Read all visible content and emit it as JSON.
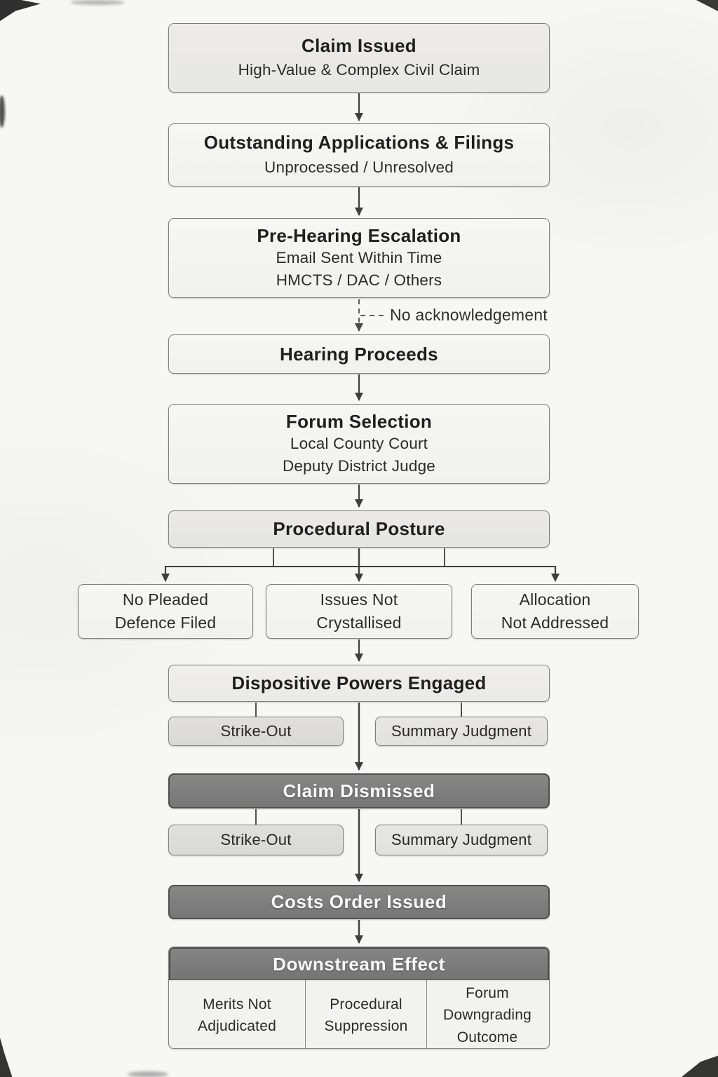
{
  "diagram": {
    "nodes": {
      "claim_issued": {
        "title": "Claim Issued",
        "subtitle": "High-Value & Complex Civil Claim"
      },
      "outstanding": {
        "title": "Outstanding Applications & Filings",
        "subtitle": "Unprocessed / Unresolved"
      },
      "pre_hearing": {
        "title": "Pre-Hearing Escalation",
        "line1": "Email Sent Within Time",
        "line2": "HMCTS / DAC / Others"
      },
      "hearing": {
        "title": "Hearing Proceeds"
      },
      "forum": {
        "title": "Forum Selection",
        "line1": "Local County Court",
        "line2": "Deputy District Judge"
      },
      "posture": {
        "title": "Procedural Posture"
      },
      "branch_no_defence": {
        "line1": "No Pleaded",
        "line2": "Defence Filed"
      },
      "branch_issues": {
        "line1": "Issues Not",
        "line2": "Crystallised"
      },
      "branch_allocation": {
        "line1": "Allocation",
        "line2": "Not Addressed"
      },
      "dispositive": {
        "title": "Dispositive Powers Engaged"
      },
      "dispositive_children": {
        "strike_out": "Strike-Out",
        "summary_judgment": "Summary Judgment"
      },
      "dismissed": {
        "title": "Claim Dismissed"
      },
      "dismissed_children": {
        "strike_out": "Strike-Out",
        "summary_judgment": "Summary Judgment"
      },
      "costs": {
        "title": "Costs Order Issued"
      },
      "downstream": {
        "title": "Downstream Effect",
        "cell_merits": {
          "line1": "Merits Not",
          "line2": "Adjudicated"
        },
        "cell_procedural": {
          "line1": "Procedural",
          "line2": "Suppression"
        },
        "cell_forum": {
          "line1": "Forum",
          "line2": "Downgrading",
          "line3": "Outcome"
        }
      }
    },
    "edges": {
      "no_ack_label": "No acknowledgement"
    },
    "colors": {
      "background": "#f7f7f6",
      "dark_node_fill": "#7b7b7b",
      "dark_node_border": "#4e4e4e",
      "light_node_fill": "#f3f3f2",
      "shaded_node_fill": "#e8e8e7",
      "chip_fill": "#dddddc",
      "node_border": "#7e7e7e",
      "arrow": "#3f3f3f",
      "text": "#262626"
    }
  }
}
